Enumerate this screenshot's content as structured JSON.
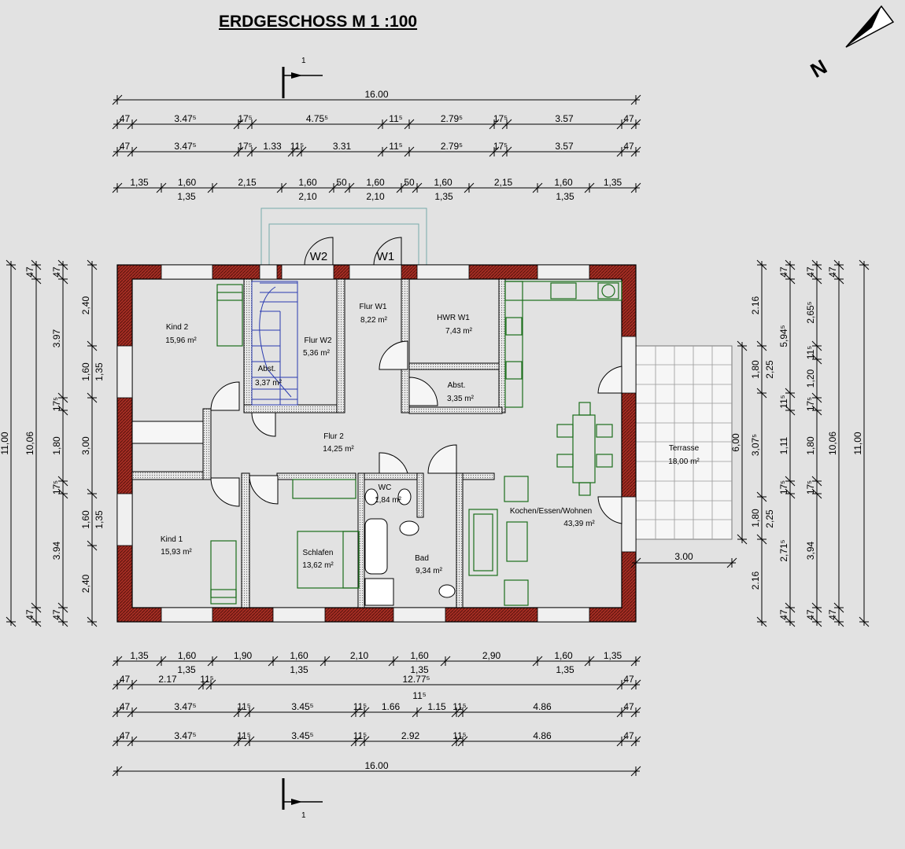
{
  "title": "ERDGESCHOSS M 1 :100",
  "section_mark": "1",
  "north": "N",
  "rooms": {
    "kind2": {
      "name": "Kind 2",
      "area": "15,96 m²"
    },
    "flur_w2": {
      "name": "Flur W2",
      "area": "5,36 m²"
    },
    "abst_stair": {
      "name": "Abst.",
      "area": "3,37 m²"
    },
    "flur_w1": {
      "name": "Flur W1",
      "area": "8,22 m²"
    },
    "hwr_w1": {
      "name": "HWR W1",
      "area": "7,43 m²"
    },
    "abst": {
      "name": "Abst.",
      "area": "3,35 m²"
    },
    "flur2": {
      "name": "Flur 2",
      "area": "14,25 m²"
    },
    "kind1": {
      "name": "Kind 1",
      "area": "15,93 m²"
    },
    "schlafen": {
      "name": "Schlafen",
      "area": "13,62 m²"
    },
    "wc": {
      "name": "WC",
      "area": "1,84 m²"
    },
    "bad": {
      "name": "Bad",
      "area": "9,34 m²"
    },
    "kochen": {
      "name": "Kochen/Essen/Wohnen",
      "area": "43,39 m²"
    },
    "terrasse": {
      "name": "Terrasse",
      "area": "18,00 m²"
    }
  },
  "doors": {
    "w1": "W1",
    "w2": "W2"
  },
  "dims": {
    "top_total": "16.00",
    "top_row1": [
      "47",
      "3.47⁵",
      "17⁵",
      "4.75⁵",
      "11⁵",
      "2.79⁵",
      "17⁵",
      "3.57",
      "47"
    ],
    "top_row2": [
      "47",
      "3.47⁵",
      "17⁵",
      "1.33",
      "11⁵",
      "3.31",
      "11⁵",
      "2.79⁵",
      "17⁵",
      "3.57",
      "47"
    ],
    "top_row3_upper": [
      "1,35",
      "1,60",
      "2,15",
      "1,60",
      "50",
      "1,60",
      "50",
      "1,60",
      "2,15",
      "1,60",
      "1,35"
    ],
    "top_row3_lower": [
      "1,35",
      "2,10",
      "2,10",
      "1,35",
      "1,35"
    ],
    "bot_row1_upper": [
      "1,35",
      "1,60",
      "1,90",
      "1,60",
      "2,10",
      "1,60",
      "2,90",
      "1,60",
      "1,35"
    ],
    "bot_row1_lower": [
      "1,35",
      "1,35",
      "1,35",
      "1,35"
    ],
    "bot_row2": [
      "47",
      "2.17",
      "11⁵",
      "12.77⁵",
      "47"
    ],
    "bot_row2_extra": "11⁵",
    "bot_row3": [
      "47",
      "3.47⁵",
      "11⁵",
      "3.45⁵",
      "11⁵",
      "1.66",
      "1.15",
      "11⁵",
      "4.86",
      "47"
    ],
    "bot_row4": [
      "47",
      "3.47⁵",
      "11⁵",
      "3.45⁵",
      "11⁵",
      "2.92",
      "11⁵",
      "4.86",
      "47"
    ],
    "bot_total": "16.00",
    "left_total": "11,00",
    "left_inner": "10,06",
    "left_col3": [
      "47",
      "3.97",
      "17⁵",
      "1,80",
      "17⁵",
      "3.94",
      "47"
    ],
    "left_col4": [
      "2,40",
      "1,60",
      "3,00",
      "1,60",
      "2,40"
    ],
    "left_col4b": [
      "1,35",
      "1,35"
    ],
    "right_col1": [
      "2.16",
      "1,80",
      "3,07⁵",
      "1,80",
      "2.16"
    ],
    "right_col1b": [
      "2,25",
      "2,25"
    ],
    "right_terrace": "6,00",
    "right_col2": [
      "47",
      "5,94⁵",
      "11⁵",
      "1,11",
      "17⁵",
      "2,71⁵",
      "47"
    ],
    "right_col3": [
      "47",
      "47",
      "2,65⁵",
      "11⁵",
      "1,20",
      "17⁵",
      "1,80",
      "17⁵",
      "3,94",
      "47"
    ],
    "right_col4": "10,06",
    "right_total": "11,00",
    "terrace_width": "3.00",
    "right_top_47": "47"
  }
}
